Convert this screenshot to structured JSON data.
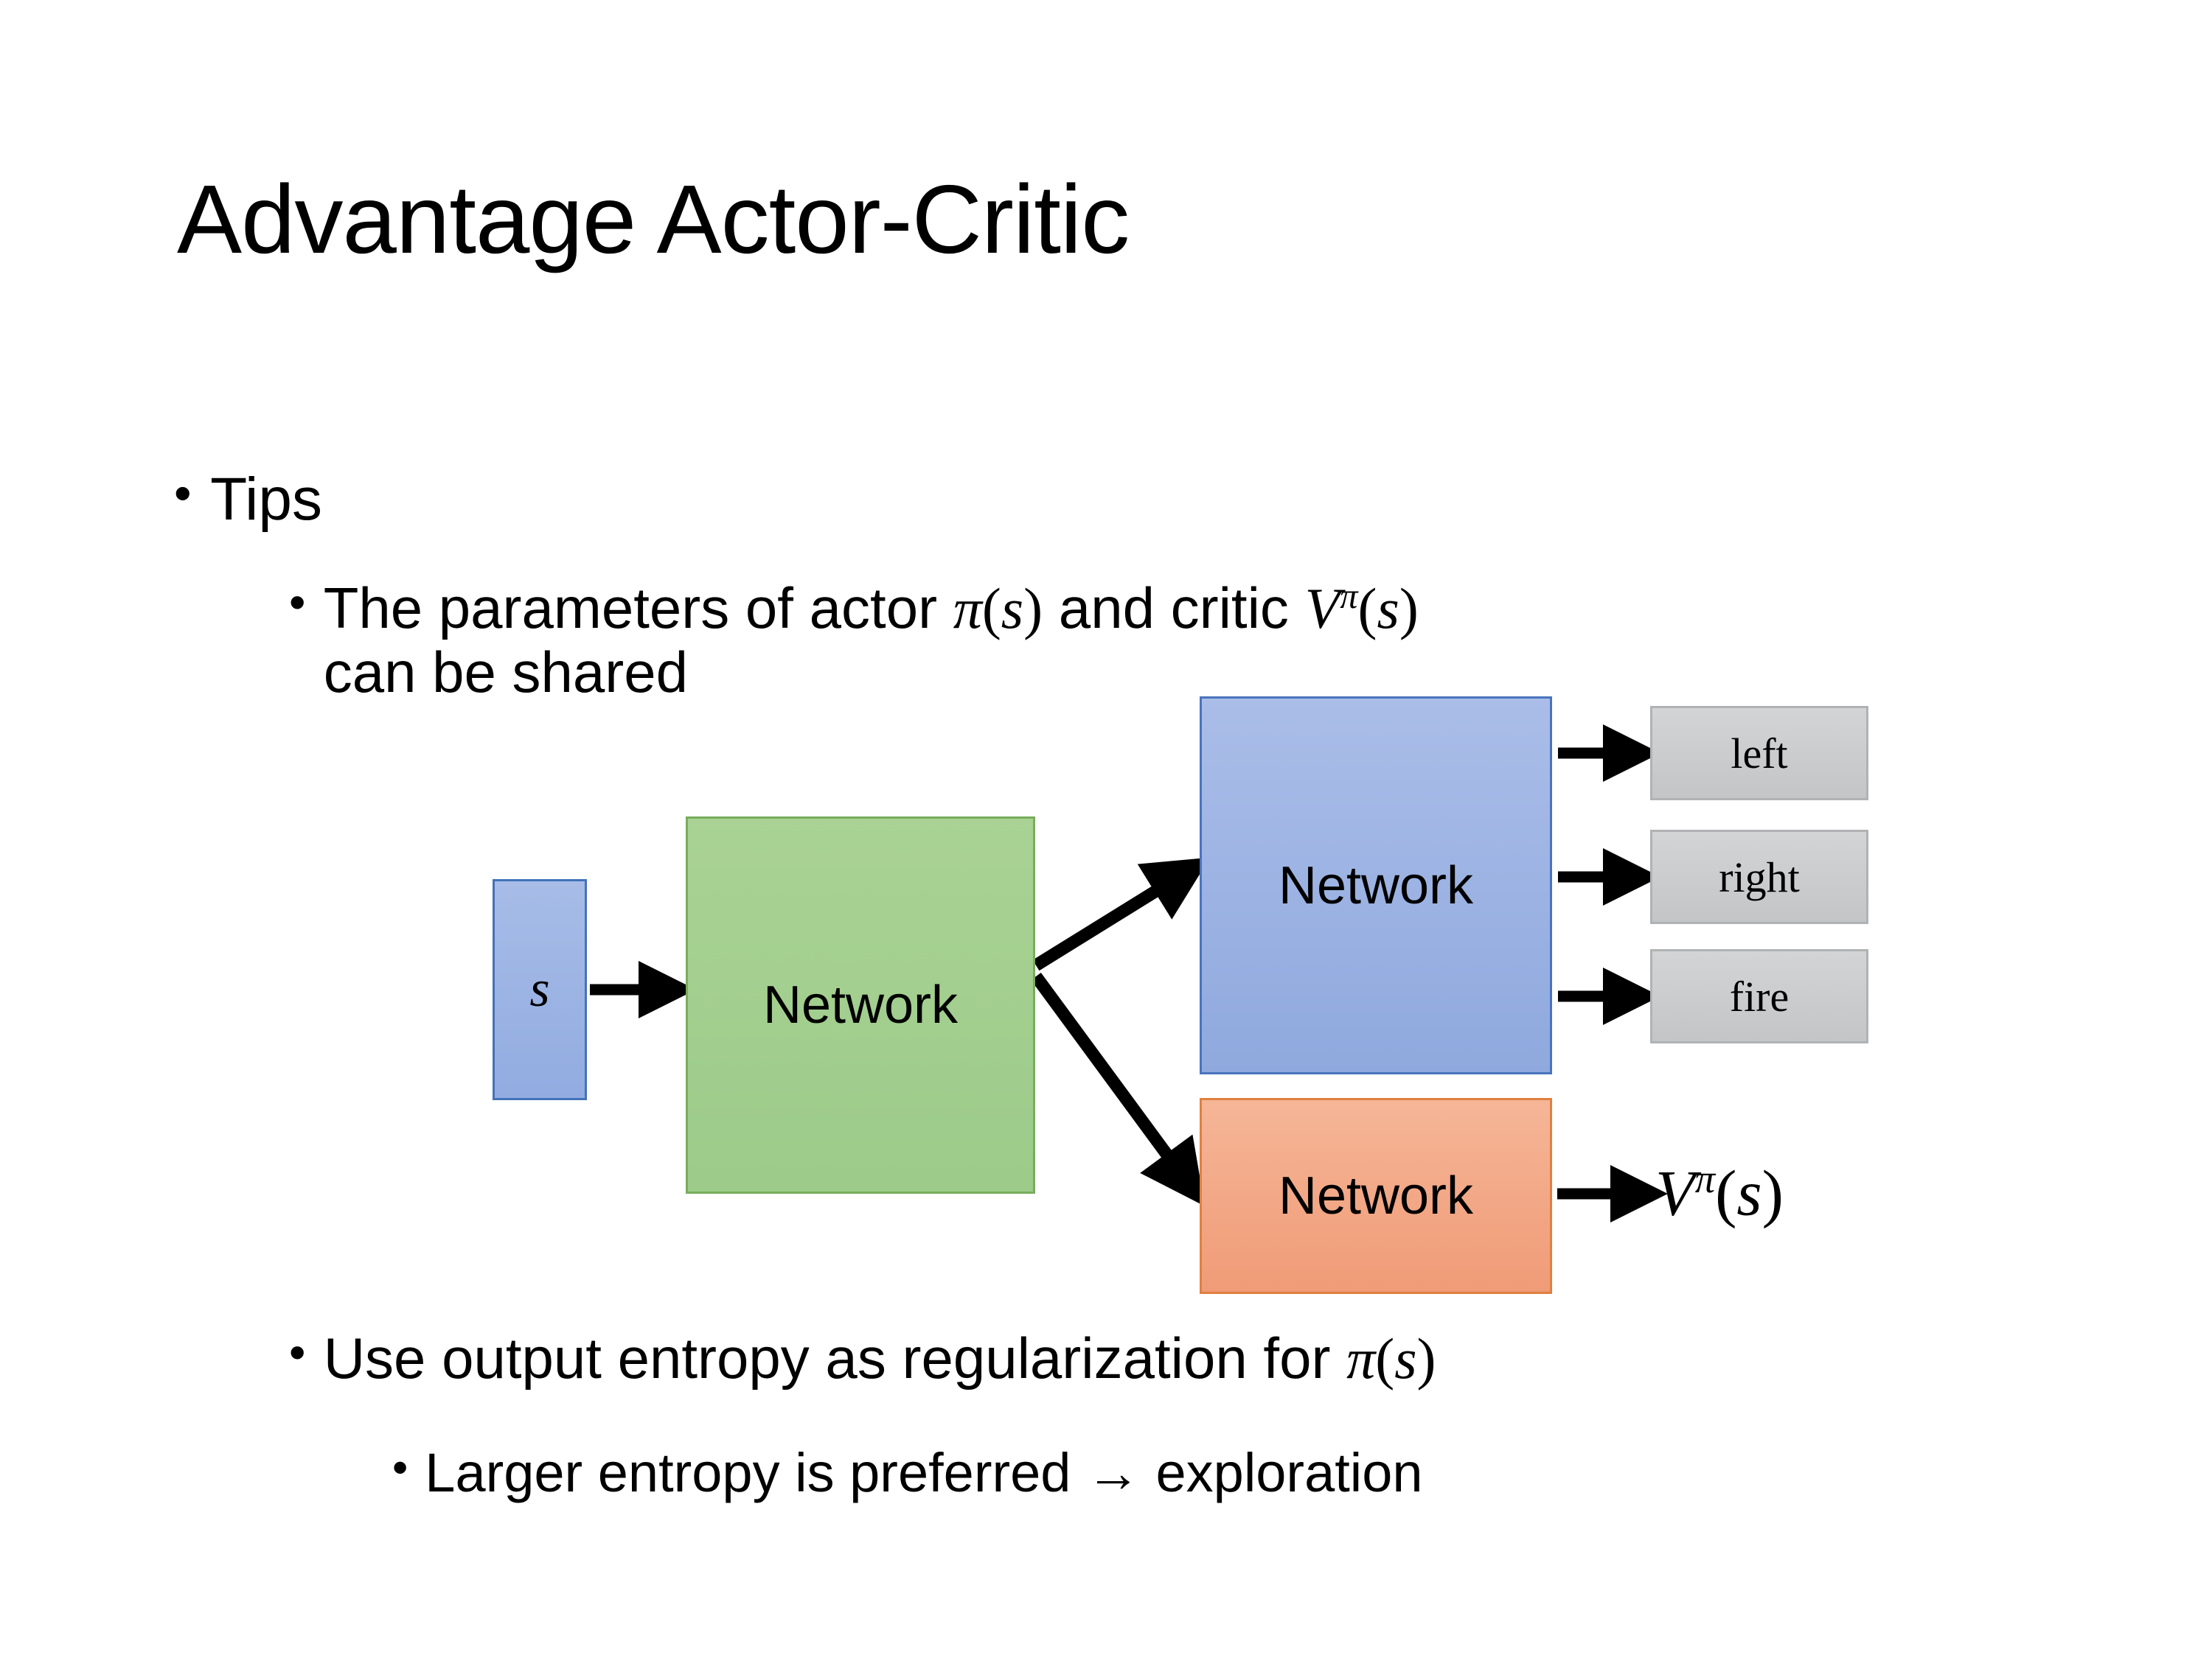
{
  "slide": {
    "title": "Advantage Actor-Critic",
    "bullets": {
      "tips": "Tips",
      "params_prefix": "The parameters of actor ",
      "params_actor_math": "π(s)",
      "params_mid": "  and critic ",
      "params_critic_math": "Vπ(s)",
      "params_line2": "can be shared",
      "entropy_prefix": "Use output entropy as regularization for ",
      "entropy_math": "π(s)",
      "larger": "Larger entropy is preferred → exploration"
    },
    "bullet_marker": "•"
  },
  "diagram": {
    "state_box_label": "s",
    "shared_network_label": "Network",
    "actor_network_label": "Network",
    "critic_network_label": "Network",
    "actions": [
      "left",
      "right",
      "fire"
    ],
    "critic_output_base": "V",
    "critic_output_sup": "π",
    "critic_output_arg": "(s)",
    "colors": {
      "state_box": "#9bb2e3",
      "shared_network": "#a3cf8d",
      "actor_network": "#9ab0e4",
      "critic_network": "#f2a581",
      "action_box": "#cacccd",
      "arrow": "#000000"
    }
  }
}
